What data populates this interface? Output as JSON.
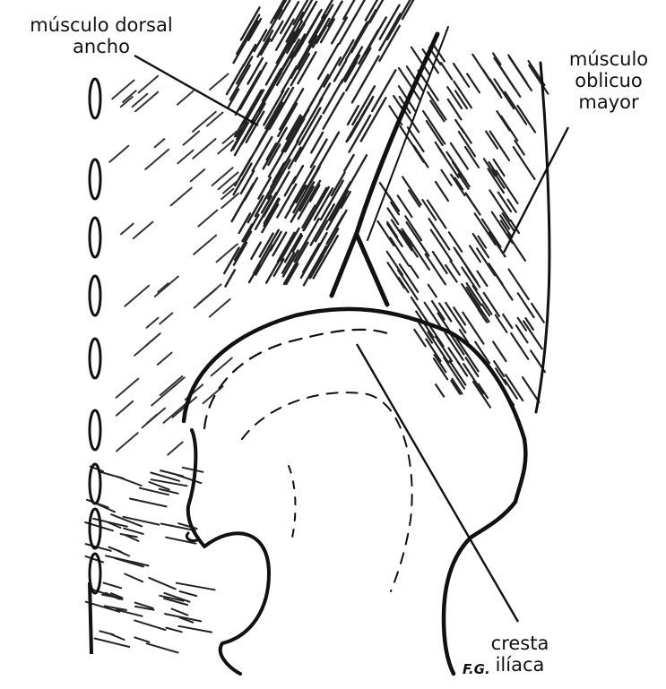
{
  "labels": {
    "dorsal": {
      "line1": "músculo dorsal",
      "line2": "ancho"
    },
    "oblicuo": {
      "line1": "músculo",
      "line2": "oblicuo",
      "line3": "mayor"
    },
    "cresta": {
      "line1": "cresta",
      "line2": "ilíaca"
    }
  },
  "signature": "F.G.",
  "colors": {
    "ink": "#111111",
    "background": "#ffffff"
  }
}
